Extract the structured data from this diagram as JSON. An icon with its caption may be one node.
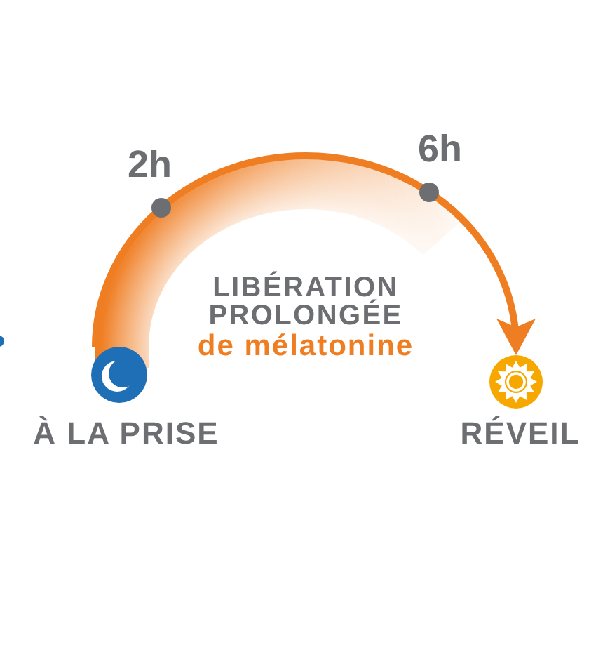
{
  "diagram": {
    "nodes": [
      {
        "text": [
          "À LA PRISE"
        ]
      },
      {
        "text": [
          "RÉVEIL"
        ]
      }
    ],
    "edges": [
      {
        "from": 0,
        "to": 1,
        "arrow": "to"
      }
    ],
    "labels": [
      "2h",
      "6h",
      "LIBÉRATION PROLONGÉE",
      "de mélatonine"
    ]
  }
}
